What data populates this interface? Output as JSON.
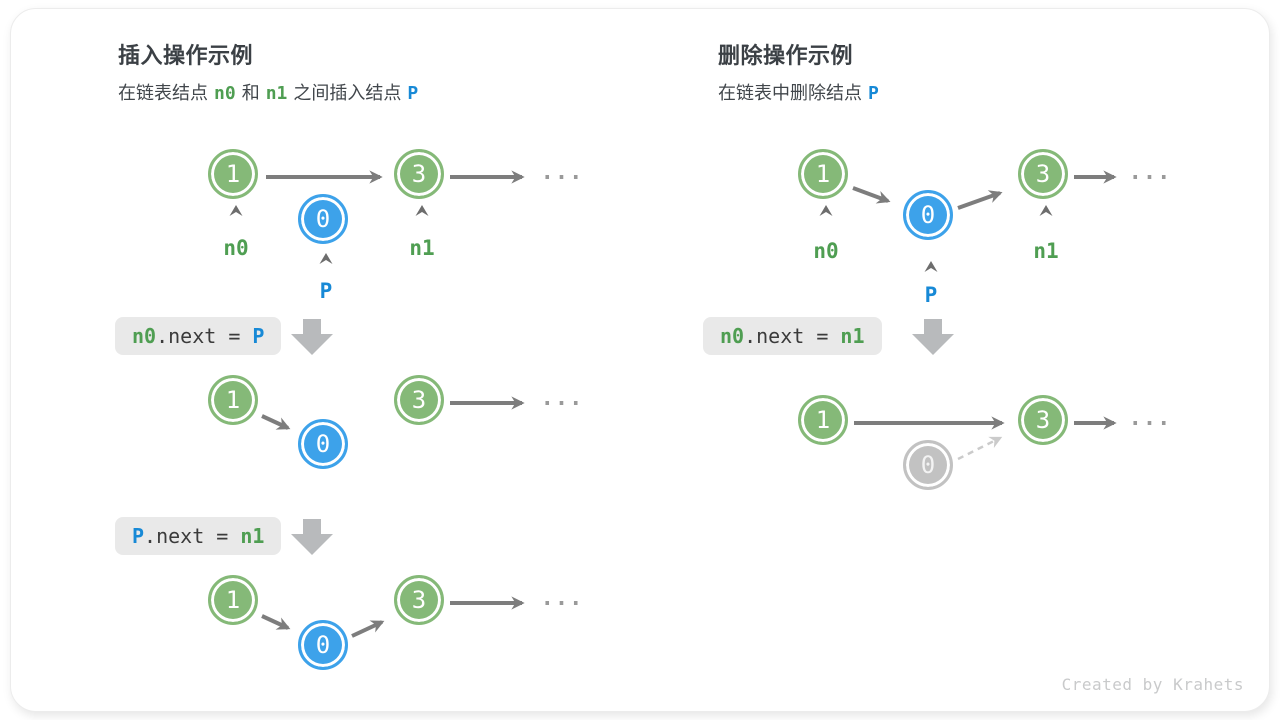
{
  "ellipsis": "...",
  "watermark": "Created by Krahets",
  "colors": {
    "node_green": "#85b978",
    "node_blue": "#3da2ea",
    "node_gray": "#c2c2c2",
    "label_green": "#4f9e52",
    "label_blue": "#1789d6",
    "arrow_gray": "#7d7d7d",
    "chip_bg": "#e9e9e9"
  },
  "insert": {
    "title": "插入操作示例",
    "subtitle": {
      "p1": "在链表结点",
      "t1": "n0",
      "p2": "和",
      "t2": "n1",
      "p3": "之间插入结点",
      "t3": "P"
    },
    "nodes": {
      "a": "1",
      "b": "0",
      "c": "3"
    },
    "labels": {
      "n0": "n0",
      "p": "P",
      "n1": "n1"
    },
    "code1": {
      "lhs": "n0",
      "mid": ".next = ",
      "rhs": "P"
    },
    "code2": {
      "lhs": "P",
      "mid": ".next = ",
      "rhs": "n1"
    }
  },
  "delete": {
    "title": "删除操作示例",
    "subtitle": {
      "p1": "在链表中删除结点",
      "t1": "P"
    },
    "nodes": {
      "a": "1",
      "b": "0",
      "c": "3"
    },
    "labels": {
      "n0": "n0",
      "p": "P",
      "n1": "n1"
    },
    "code1": {
      "lhs": "n0",
      "mid": ".next = ",
      "rhs": "n1"
    }
  }
}
